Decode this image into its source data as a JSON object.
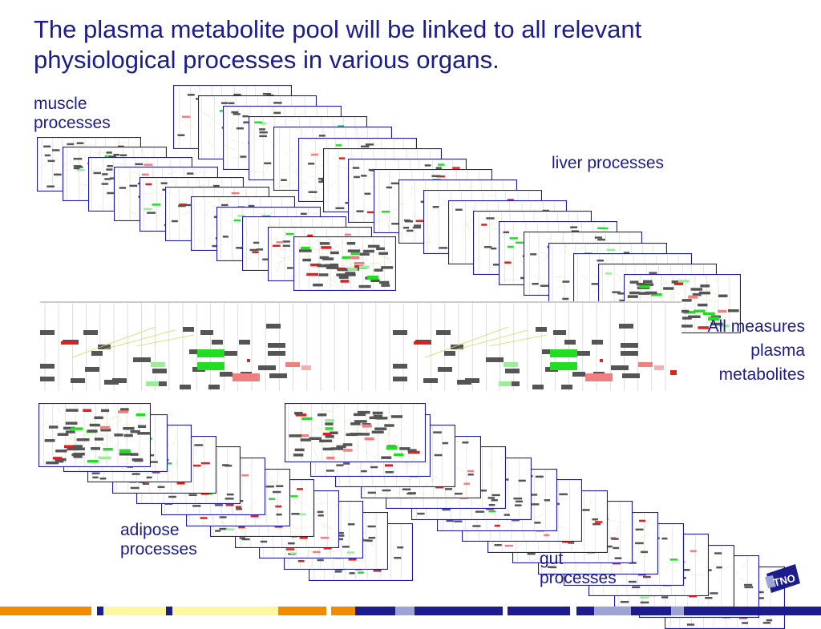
{
  "slide": {
    "title_line1": "The plasma metabolite pool will be linked to all relevant",
    "title_line2": "physiological processes in various organs.",
    "labels": {
      "muscle_line1": "muscle",
      "muscle_line2": "processes",
      "liver": "liver processes",
      "plasma_line1": "All measures",
      "plasma_line2": "plasma",
      "plasma_line3": "metabolites",
      "adipose_line1": "adipose",
      "adipose_line2": "processes",
      "gut_line1": "gut",
      "gut_line2": "processes"
    },
    "logo_text": "TNO"
  },
  "colors": {
    "text": "#1c1c8c",
    "panel_border": "#1c1ca0",
    "node_gray": "#555555",
    "node_green": "#22dd22",
    "node_light_green": "#99ee99",
    "node_red": "#e0201c",
    "node_pink": "#f08080",
    "footer_orange": "#f08c00",
    "footer_yellow": "#fff6a0",
    "footer_navy": "#1c1c8c",
    "footer_lavender": "#9da4d4"
  }
}
